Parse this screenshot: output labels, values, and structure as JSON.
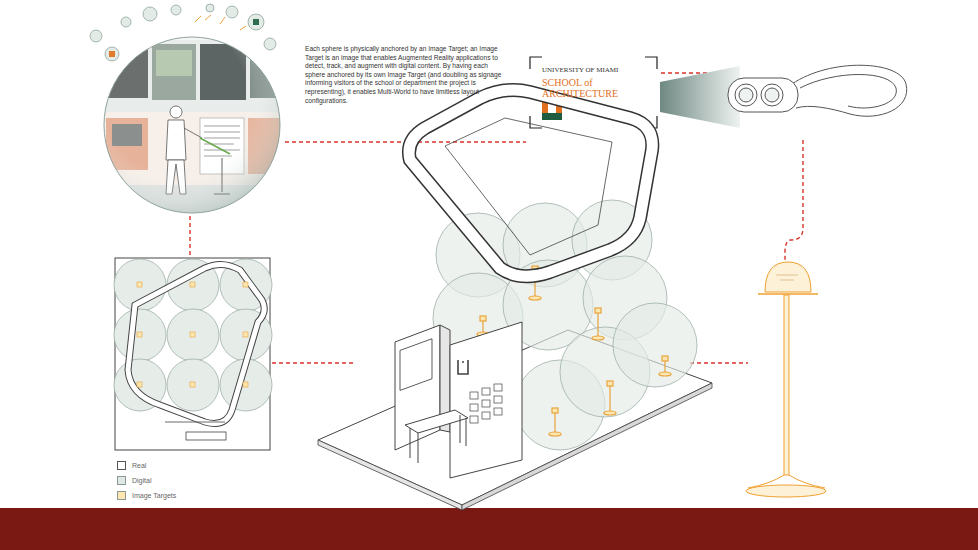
{
  "diagram": {
    "nodes": [
      {
        "text": [
          "UNIVERSITY OF MIAMI",
          "SCHOOL of ARCHITECTURE"
        ]
      }
    ],
    "labels": [
      "Each sphere is physically anchored by an Image Target; an Image Target is an image that enables Augmented Reality applications to detect, track, and augment with digital content. By having each sphere anchored by its own Image Target (and doubling as signage informing visitors of the school or department the project is representing), it enables Multi-World to have limitless layout configurations."
    ],
    "legend": [
      {
        "text": "Real"
      },
      {
        "text": "Digital",
        "color": "#dfe8e4"
      },
      {
        "text": "Image Targets",
        "color": "#fde6b0"
      }
    ]
  }
}
